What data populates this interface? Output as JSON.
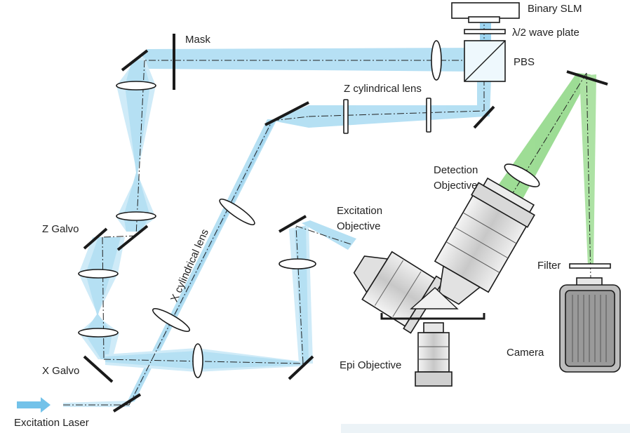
{
  "labels": {
    "binary_slm": "Binary SLM",
    "wave_plate": "λ/2 wave plate",
    "pbs": "PBS",
    "mask": "Mask",
    "z_cyl_lens": "Z cylindrical lens",
    "x_cyl_lens": "X cylindrical lens",
    "z_galvo": "Z Galvo",
    "x_galvo": "X Galvo",
    "excitation_laser": "Excitation Laser",
    "excitation_objective_1": "Excitation",
    "excitation_objective_2": "Objective",
    "detection_objective_1": "Detection",
    "detection_objective_2": "Objective",
    "filter": "Filter",
    "camera": "Camera",
    "epi_objective": "Epi Objective"
  },
  "colors": {
    "beam_blue": "#9fd5ef",
    "beam_blue_light": "#cdebf8",
    "beam_green": "#8fd784",
    "optic_dark": "#1a1a1a",
    "text": "#222222"
  }
}
